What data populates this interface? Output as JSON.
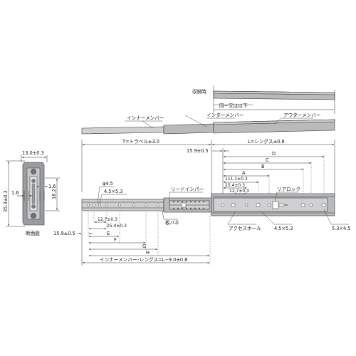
{
  "labels": {
    "stored_state": "収納時",
    "same_or_less": "同一又は以下",
    "inner_member_1": "インナーメンバー",
    "inter_member": "インターメンバー",
    "outer_member": "アウターメンバー",
    "t_travel": "T=トラベル±3.0",
    "l_length": "L=レングス±0.8",
    "dim_15_9_top": "15.9±0.5",
    "D": "D",
    "C": "C",
    "B": "B",
    "A": "A",
    "dim_111_1": "111.1±0.3",
    "dim_25_4_top": "25.4±0.3",
    "dim_12_7_top": "12.7±0.3",
    "lead_inper": "リードインパー",
    "rear_lock": "リアロック",
    "phi_4_5": "φ4.5",
    "slot_4_5x5_3": "4.5×5.3",
    "dim_12_7_bot": "12.7±0.3",
    "dim_25_4_bot": "25.4±0.3",
    "leaf_spring": "板バネ",
    "dim_15_9_bot": "15.9±0.5",
    "E": "E",
    "F": "F",
    "G": "G",
    "H": "H",
    "access_hole": "アクセスホール",
    "slot_4_5x5_3_b": "4.5×5.3",
    "slot_5_3x4_5": "5.3×4.5",
    "inner_length": "インナーメンバー･レングス=L−9.0±0.8",
    "sec_13_0": "13.0±0.3",
    "sec_35_3": "35.3±0.3",
    "sec_1_6_a": "1.6",
    "sec_1_6_b": "1.6",
    "sec_16_2": "16.2",
    "section_view": "断面図"
  },
  "colors": {
    "rail_light": "#cfd0d2",
    "rail_dark": "#b8babc",
    "line": "#333333"
  }
}
